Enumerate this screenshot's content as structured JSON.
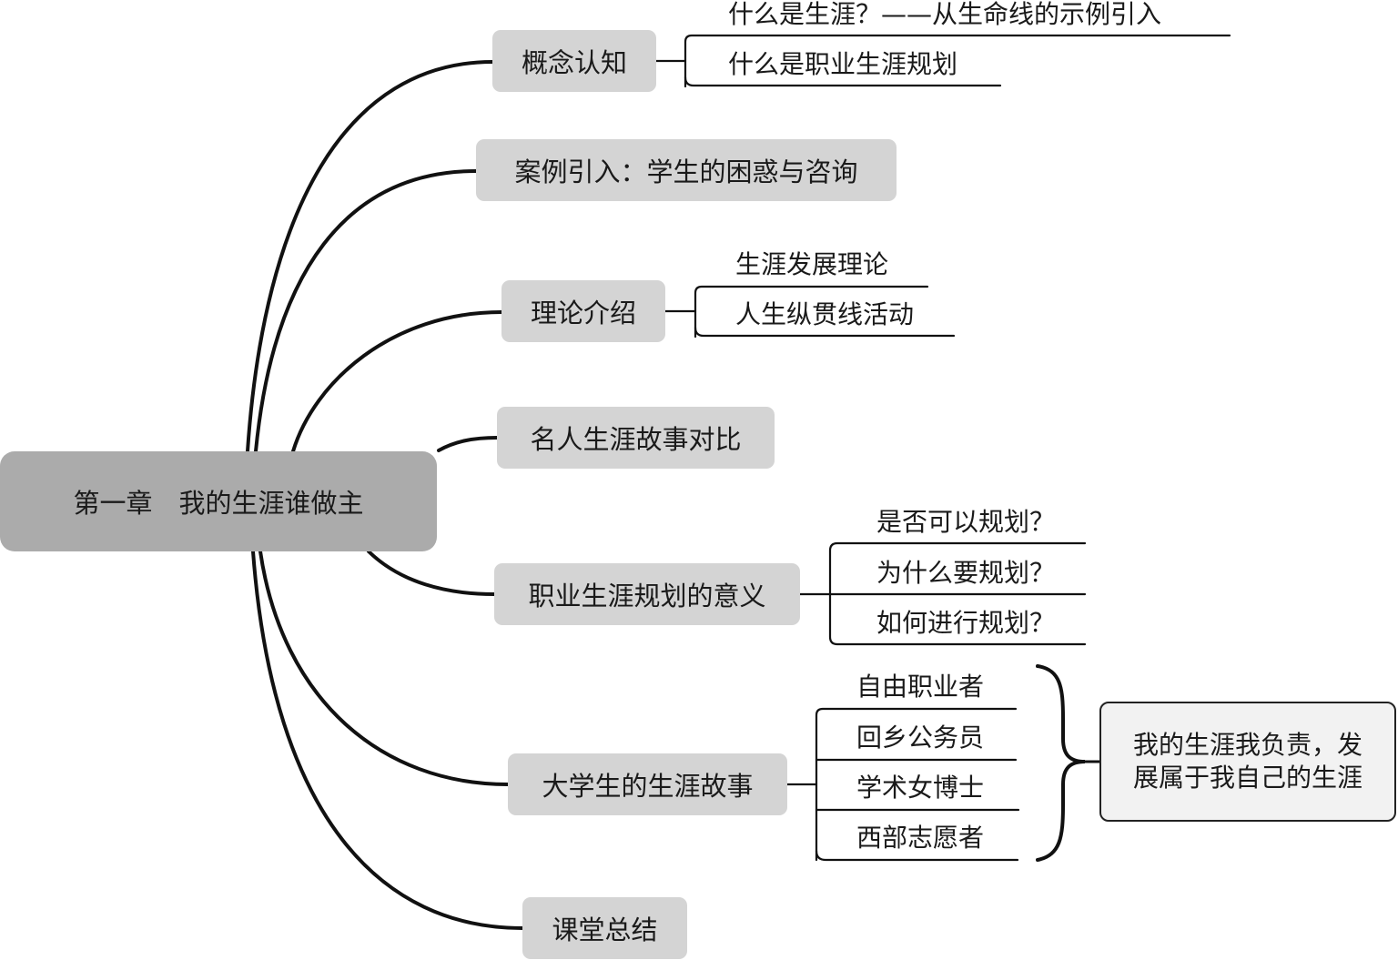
{
  "root": {
    "label": "第一章　我的生涯谁做主"
  },
  "branches": [
    {
      "label": "概念认知",
      "children": [
        "什么是生涯？——从生命线的示例引入",
        "什么是职业生涯规划"
      ]
    },
    {
      "label": "案例引入：学生的困惑与咨询",
      "children": []
    },
    {
      "label": "理论介绍",
      "children": [
        "生涯发展理论",
        "人生纵贯线活动"
      ]
    },
    {
      "label": "名人生涯故事对比",
      "children": []
    },
    {
      "label": "职业生涯规划的意义",
      "children": [
        "是否可以规划？",
        "为什么要规划？",
        "如何进行规划？"
      ]
    },
    {
      "label": "大学生的生涯故事",
      "children": [
        "自由职业者",
        "回乡公务员",
        "学术女博士",
        "西部志愿者"
      ]
    },
    {
      "label": "课堂总结",
      "children": []
    }
  ],
  "summary": {
    "line1": "我的生涯我负责，发",
    "line2": "展属于我自己的生涯"
  }
}
